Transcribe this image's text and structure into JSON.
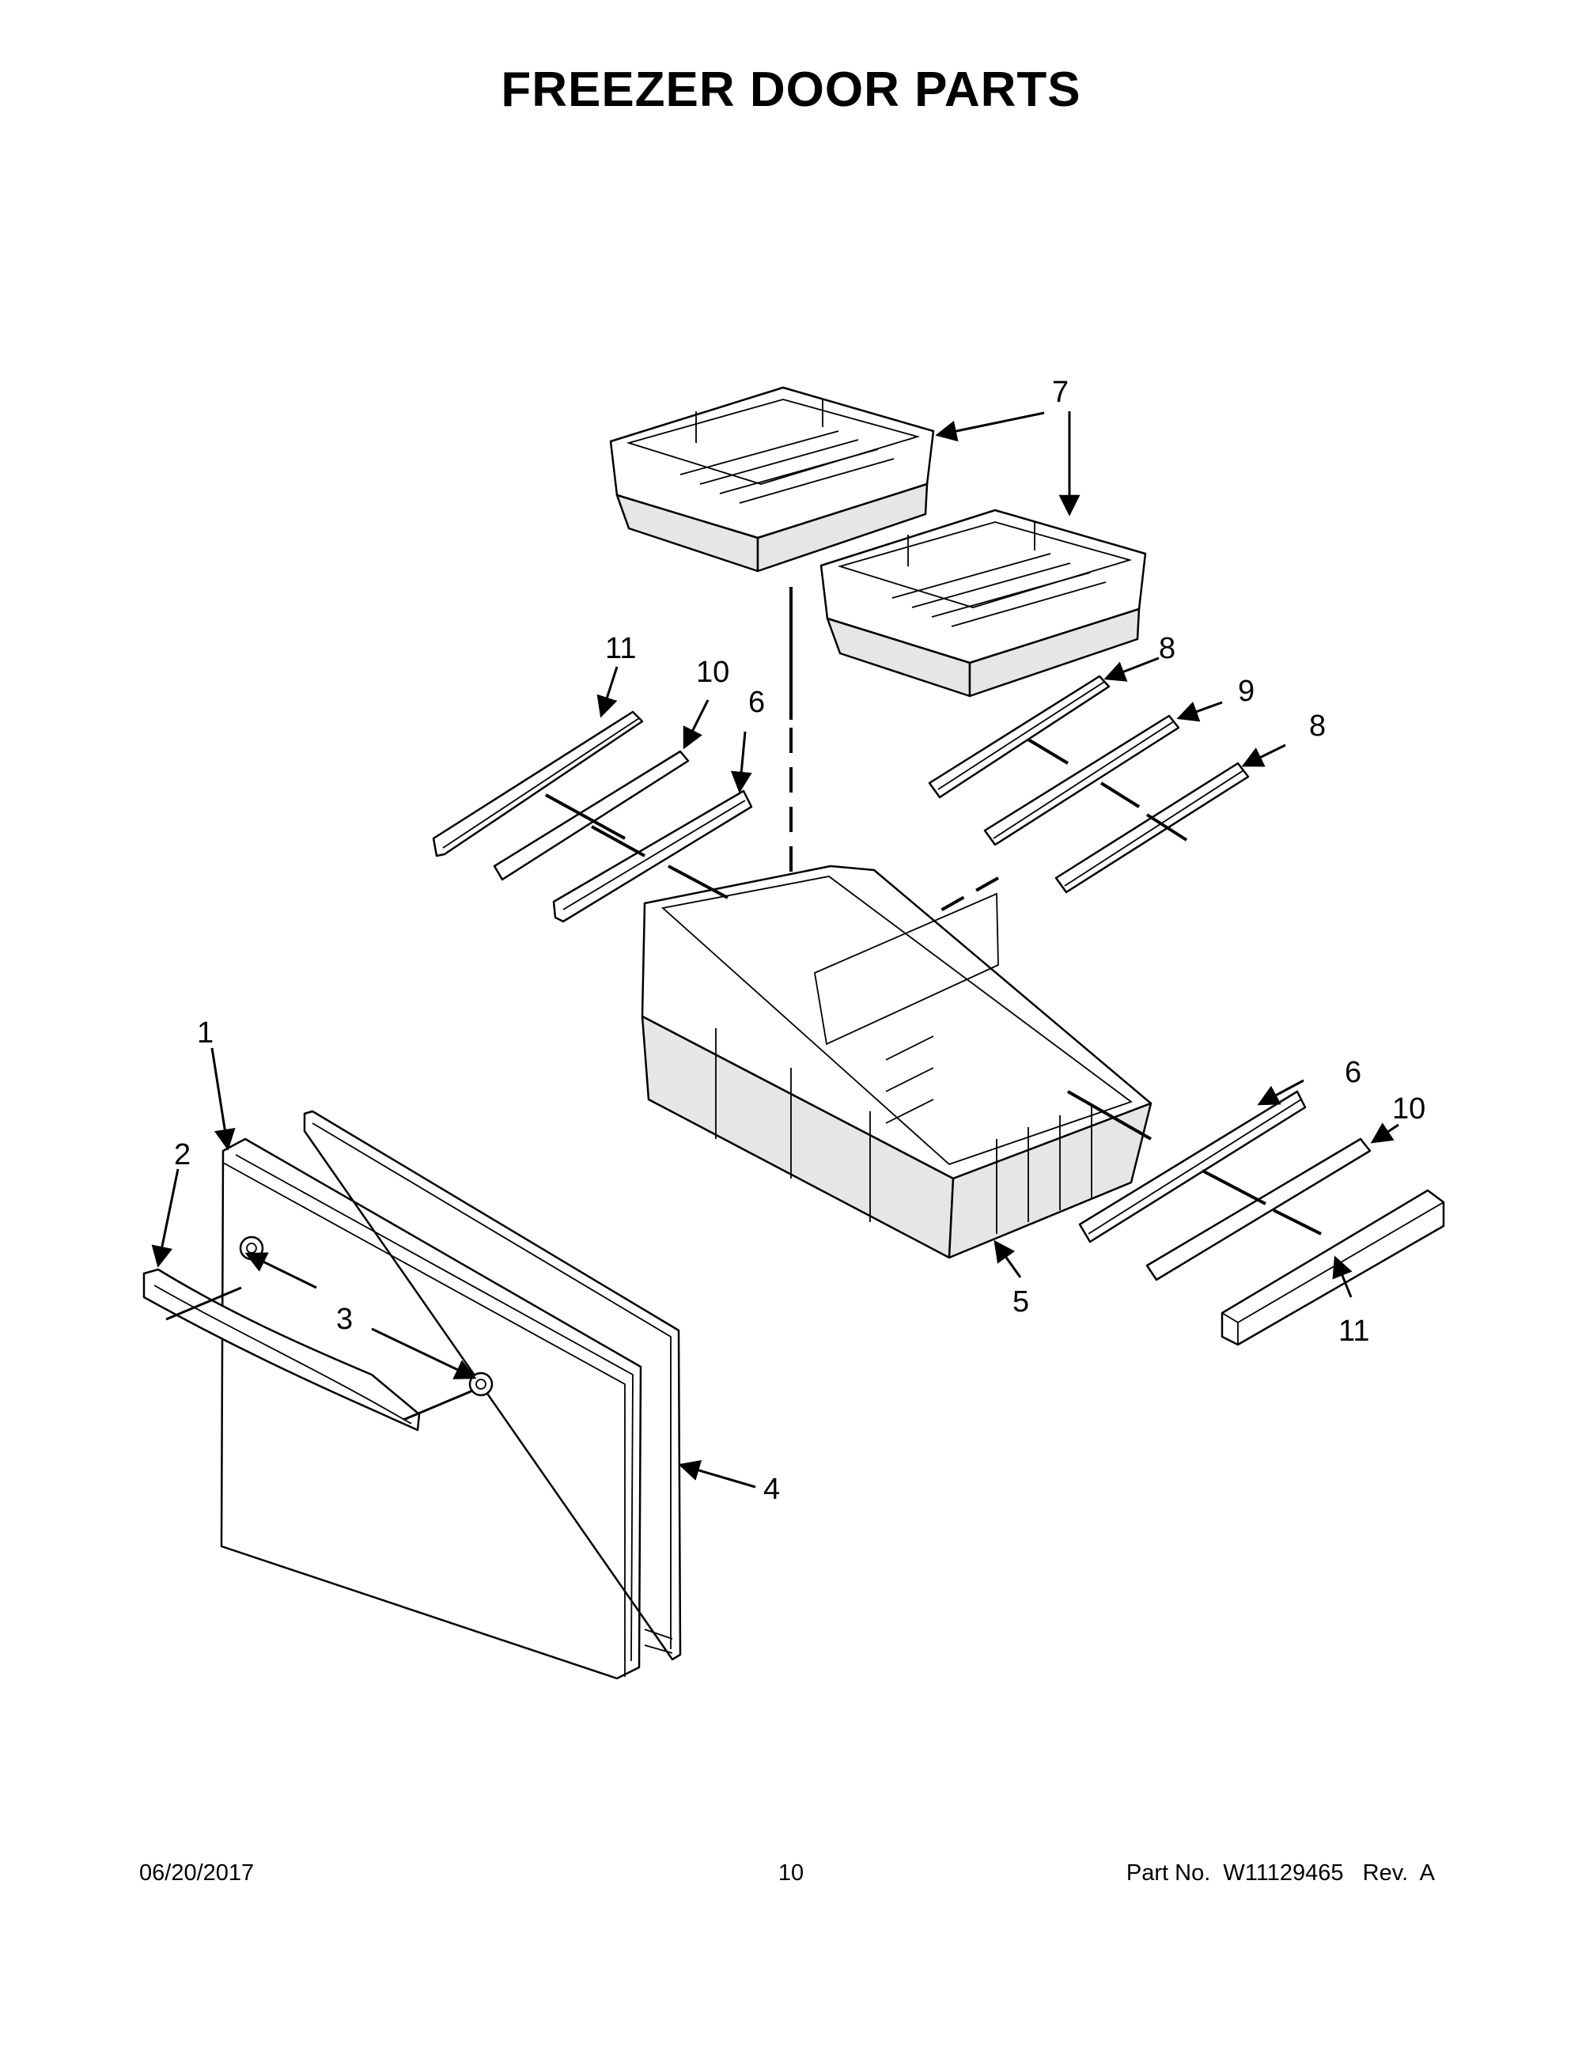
{
  "page": {
    "title": "FREEZER DOOR PARTS"
  },
  "callouts": {
    "c1": "1",
    "c2": "2",
    "c3": "3",
    "c4": "4",
    "c5": "5",
    "c6a": "6",
    "c6b": "6",
    "c7": "7",
    "c8a": "8",
    "c8b": "8",
    "c9": "9",
    "c10a": "10",
    "c10b": "10",
    "c11a": "11",
    "c11b": "11"
  },
  "footer": {
    "date": "06/20/2017",
    "page_number": "10",
    "part_number": "Part No.  W11129465   Rev.  A"
  }
}
